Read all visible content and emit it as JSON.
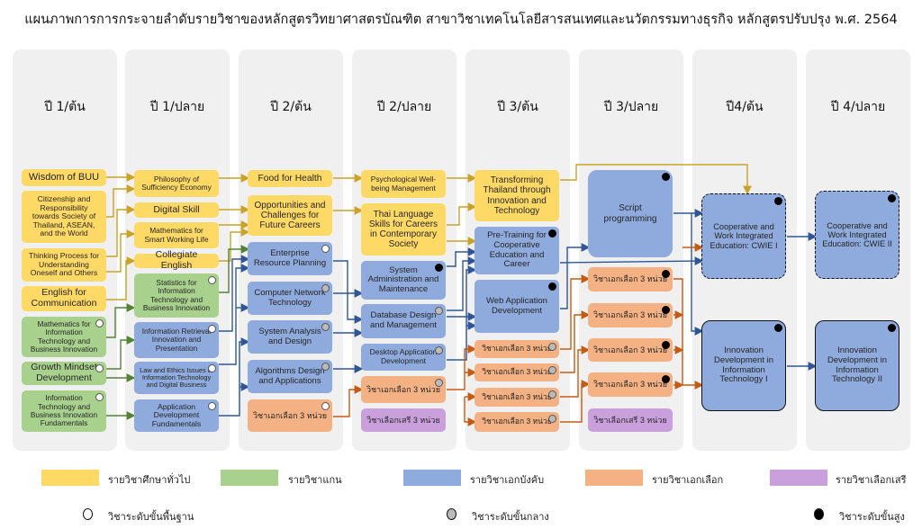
{
  "title": "แผนภาพการการกระจายลำดับรายวิชาของหลักสูตรวิทยาศาสตรบัณฑิต  สาขาวิชาเทคโนโลยีสารสนเทศและนวัตกรรมทางธุรกิจ หลักสูตรปรับปรุง พ.ศ. 2564",
  "colors": {
    "general": "#FFD966",
    "core": "#A9D18E",
    "major_required": "#8FAADC",
    "major_elective": "#F4B183",
    "free_elective": "#C9A0DC",
    "panel": "#F0F0F0"
  },
  "columns": [
    {
      "label": "ปี 1/ต้น",
      "courses": [
        {
          "name": "Wisdom of BUU",
          "type": "gen"
        },
        {
          "name": "Citizenship and Responsibility towards Society of Thailand, ASEAN, and the World",
          "type": "gen"
        },
        {
          "name": "Thinking Process for Understanding Oneself and Others",
          "type": "gen"
        },
        {
          "name": "English for Communication",
          "type": "gen"
        },
        {
          "name": "Mathematics for Information Technology and Business Innovation",
          "type": "core",
          "level": "basic"
        },
        {
          "name": "Growth Mindset Development",
          "type": "core",
          "level": "basic"
        },
        {
          "name": "Information Technology and Business Innovation Fundamentals",
          "type": "core",
          "level": "basic"
        }
      ]
    },
    {
      "label": "ปี 1/ปลาย",
      "courses": [
        {
          "name": "Philosophy of Sufficiency Economy",
          "type": "gen"
        },
        {
          "name": "Digital Skill",
          "type": "gen"
        },
        {
          "name": "Mathematics for Smart Working Life",
          "type": "gen"
        },
        {
          "name": "Collegiate English",
          "type": "gen"
        },
        {
          "name": "Statistics for Information Technology and Business Innovation",
          "type": "core",
          "level": "basic"
        },
        {
          "name": "Information Retrieval Innovation and Presentation",
          "type": "maj",
          "level": "basic"
        },
        {
          "name": "Law and Ethics Issues of Information Technology and Digital Business",
          "type": "maj",
          "level": "basic"
        },
        {
          "name": "Application Development Fundamentals",
          "type": "maj",
          "level": "basic"
        }
      ]
    },
    {
      "label": "ปี 2/ต้น",
      "courses": [
        {
          "name": "Food for Health",
          "type": "gen"
        },
        {
          "name": "Opportunities and Challenges for Future Careers",
          "type": "gen"
        },
        {
          "name": "Enterprise Resource Planning",
          "type": "maj",
          "level": "basic"
        },
        {
          "name": "Computer Network Technology",
          "type": "maj",
          "level": "mid"
        },
        {
          "name": "System Analysis and Design",
          "type": "maj",
          "level": "mid"
        },
        {
          "name": "Algorithms Design and Applications",
          "type": "maj",
          "level": "mid"
        },
        {
          "name": "วิชาเอกเลือก 3 หน่วย",
          "type": "ele",
          "level": "basic"
        }
      ]
    },
    {
      "label": "ปี 2/ปลาย",
      "courses": [
        {
          "name": "Psychological Well-being Management",
          "type": "gen"
        },
        {
          "name": "Thai Language Skills for Careers in Contemporary Society",
          "type": "gen"
        },
        {
          "name": "System Administration and Maintenance",
          "type": "maj",
          "level": "adv"
        },
        {
          "name": "Database Design and Management",
          "type": "maj",
          "level": "mid"
        },
        {
          "name": "Desktop Application Development",
          "type": "maj",
          "level": "mid"
        },
        {
          "name": "วิชาเอกเลือก 3 หน่วย",
          "type": "ele",
          "level": "mid"
        },
        {
          "name": "วิชาเลือกเสรี 3 หน่วย",
          "type": "free"
        }
      ]
    },
    {
      "label": "ปี 3/ต้น",
      "courses": [
        {
          "name": "Transforming Thailand through Innovation and Technology",
          "type": "gen"
        },
        {
          "name": "Pre-Training for Cooperative Education and Career",
          "type": "maj",
          "level": "adv"
        },
        {
          "name": "Web Application Development",
          "type": "maj",
          "level": "adv"
        },
        {
          "name": "วิชาเอกเลือก 3 หน่วย",
          "type": "ele",
          "level": "mid"
        },
        {
          "name": "วิชาเอกเลือก 3 หน่วย",
          "type": "ele",
          "level": "mid"
        },
        {
          "name": "วิชาเอกเลือก 3 หน่วย",
          "type": "ele",
          "level": "mid"
        },
        {
          "name": "วิชาเอกเลือก 3 หน่วย",
          "type": "ele",
          "level": "mid"
        }
      ]
    },
    {
      "label": "ปี 3/ปลาย",
      "courses": [
        {
          "name": "Script programming",
          "type": "maj",
          "level": "adv"
        },
        {
          "name": "วิชาเอกเลือก 3 หน่วย",
          "type": "ele",
          "level": "adv"
        },
        {
          "name": "วิชาเอกเลือก 3 หน่วย",
          "type": "ele",
          "level": "adv"
        },
        {
          "name": "วิชาเอกเลือก 3 หน่วย",
          "type": "ele",
          "level": "adv"
        },
        {
          "name": "วิชาเอกเลือก 3 หน่วย",
          "type": "ele",
          "level": "adv"
        },
        {
          "name": "วิชาเลือกเสรี 3 หน่วย",
          "type": "free"
        }
      ]
    },
    {
      "label": "ปี4/ต้น",
      "courses": [
        {
          "name": "Cooperative and Work Integrated Education: CWIE I",
          "type": "maj",
          "level": "adv",
          "border": "dash"
        },
        {
          "name": "Innovation Development in Information Technology I",
          "type": "maj",
          "level": "adv",
          "border": "solid"
        }
      ]
    },
    {
      "label": "ปี 4/ปลาย",
      "courses": [
        {
          "name": "Cooperative and Work Integrated Education: CWIE II",
          "type": "maj",
          "level": "adv",
          "border": "dash"
        },
        {
          "name": "Innovation Development in Information Technology II",
          "type": "maj",
          "level": "adv",
          "border": "solid"
        }
      ]
    }
  ],
  "legend": {
    "types": [
      {
        "label": "รายวิชาศึกษาทั่วไป",
        "type": "gen"
      },
      {
        "label": "รายวิชาแกน",
        "type": "core"
      },
      {
        "label": "รายวิชาเอกบังคับ",
        "type": "maj"
      },
      {
        "label": "รายวิชาเอกเลือก",
        "type": "ele"
      },
      {
        "label": "รายวิชาเลือกเสรี",
        "type": "free"
      }
    ],
    "levels": [
      {
        "label": "วิชาระดับขั้นพื้นฐาน",
        "level": "basic"
      },
      {
        "label": "วิชาระดับขั้นกลาง",
        "level": "mid"
      },
      {
        "label": "วิชาระดับขั้นสูง",
        "level": "adv"
      }
    ]
  }
}
